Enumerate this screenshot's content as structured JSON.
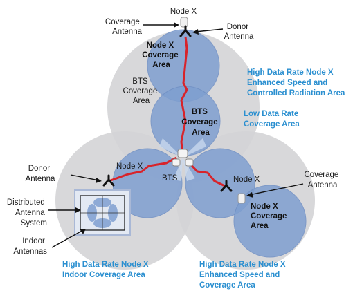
{
  "labels": {
    "node_x_top": "Node X",
    "coverage_antenna_top": [
      "Coverage",
      "Antenna"
    ],
    "donor_antenna_top": [
      "Donor",
      "Antenna"
    ],
    "node_x_coverage_top": [
      "Node X",
      "Coverage",
      "Area"
    ],
    "bts_coverage_gray": [
      "BTS",
      "Coverage",
      "Area"
    ],
    "bts_coverage_blue": [
      "BTS",
      "Coverage",
      "Area"
    ],
    "high_rate_top": [
      "High Data Rate Node X",
      "Enhanced Speed and",
      "Controlled Radiation Area"
    ],
    "low_rate": [
      "Low Data Rate",
      "Coverage Area"
    ],
    "donor_antenna_left": [
      "Donor",
      "Antenna"
    ],
    "node_x_left": "Node X",
    "bts": "BTS",
    "node_x_right": "Node X",
    "coverage_antenna_right": [
      "Coverage",
      "Antenna"
    ],
    "distributed_antenna": [
      "Distributed",
      "Antenna",
      "System"
    ],
    "indoor_antennas": [
      "Indoor",
      "Antennas"
    ],
    "node_x_coverage_right": [
      "Node X",
      "Coverage",
      "Area"
    ],
    "high_rate_indoor": [
      "High Data Rate Node X",
      "Indoor Coverage Area"
    ],
    "high_rate_bottom": [
      "High Data Rate Node X",
      "Enhanced Speed and",
      "Coverage Area"
    ]
  },
  "colors": {
    "gray_area": "#d4d4d6",
    "blue_area": "#7f9fd0",
    "red_link": "#d8232a",
    "blue_text": "#2a8fd0"
  }
}
